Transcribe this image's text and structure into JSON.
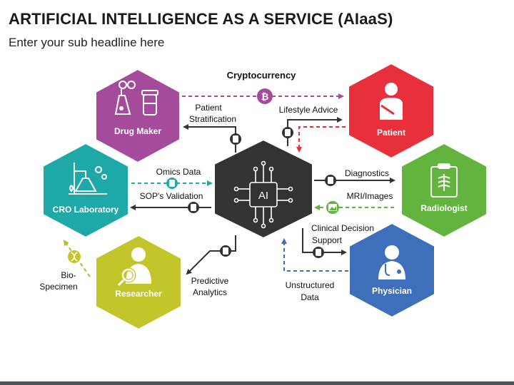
{
  "header": {
    "title": "ARTIFICIAL INTELLIGENCE AS A SERVICE (AIaaS)",
    "subtitle": "Enter your sub headline here"
  },
  "center": {
    "label": "AI",
    "color": "#333333"
  },
  "nodes": {
    "drug_maker": {
      "label": "Drug Maker",
      "color": "#a44b9c",
      "icon": "lab-flask-pills-icon"
    },
    "cro_laboratory": {
      "label": "CRO Laboratory",
      "color": "#1fa8a8",
      "icon": "lab-equipment-icon"
    },
    "researcher": {
      "label": "Researcher",
      "color": "#c2c62b",
      "icon": "researcher-magnifier-icon"
    },
    "patient": {
      "label": "Patient",
      "color": "#e8303d",
      "icon": "injured-person-icon"
    },
    "radiologist": {
      "label": "Radiologist",
      "color": "#63b33f",
      "icon": "xray-clipboard-icon"
    },
    "physician": {
      "label": "Physician",
      "color": "#3e6fba",
      "icon": "doctor-stethoscope-icon"
    }
  },
  "links": {
    "cryptocurrency": "Cryptocurrency",
    "patient_stratification_1": "Patient",
    "patient_stratification_2": "Stratification",
    "lifestyle_advice": "Lifestyle Advice",
    "omics_data": "Omics Data",
    "sops_validation": "SOP's Validation",
    "diagnostics": "Diagnostics",
    "mri_images": "MRI/Images",
    "clinical_decision_1": "Clinical Decision",
    "clinical_decision_2": "Support",
    "bio_specimen_1": "Bio-",
    "bio_specimen_2": "Specimen",
    "predictive_analytics_1": "Predictive",
    "predictive_analytics_2": "Analytics",
    "unstructured_data_1": "Unstructured",
    "unstructured_data_2": "Data"
  },
  "colors": {
    "dashed_purple": "#a44b9c",
    "dashed_red": "#e8303d",
    "dashed_teal": "#1fa8a8",
    "dashed_green": "#63b33f",
    "dashed_blue": "#3e6fba",
    "dashed_olive": "#c2c62b",
    "solid_line": "#333333",
    "bitcoin": "#a44b9c"
  }
}
